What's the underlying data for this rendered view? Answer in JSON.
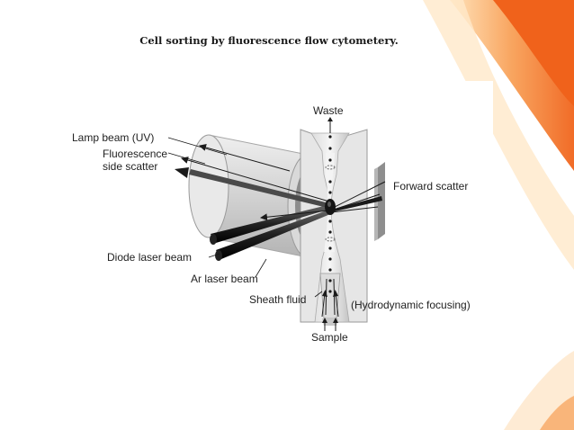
{
  "slide": {
    "title": "Cell sorting by fluorescence flow cytometery.",
    "colors": {
      "accent_orange": "#f26a1b",
      "light_orange": "#ffd9a8",
      "ink": "#1a1a1a"
    }
  },
  "diagram": {
    "labels": {
      "waste": "Waste",
      "lamp_beam": "Lamp beam (UV)",
      "fluorescence": "Fluorescence",
      "side_scatter": "side scatter",
      "forward_scatter": "Forward scatter",
      "diode_laser": "Diode laser beam",
      "ar_laser": "Ar laser beam",
      "sheath_fluid": "Sheath fluid",
      "hydrodynamic": "(Hydrodynamic focusing)",
      "sample": "Sample"
    }
  }
}
